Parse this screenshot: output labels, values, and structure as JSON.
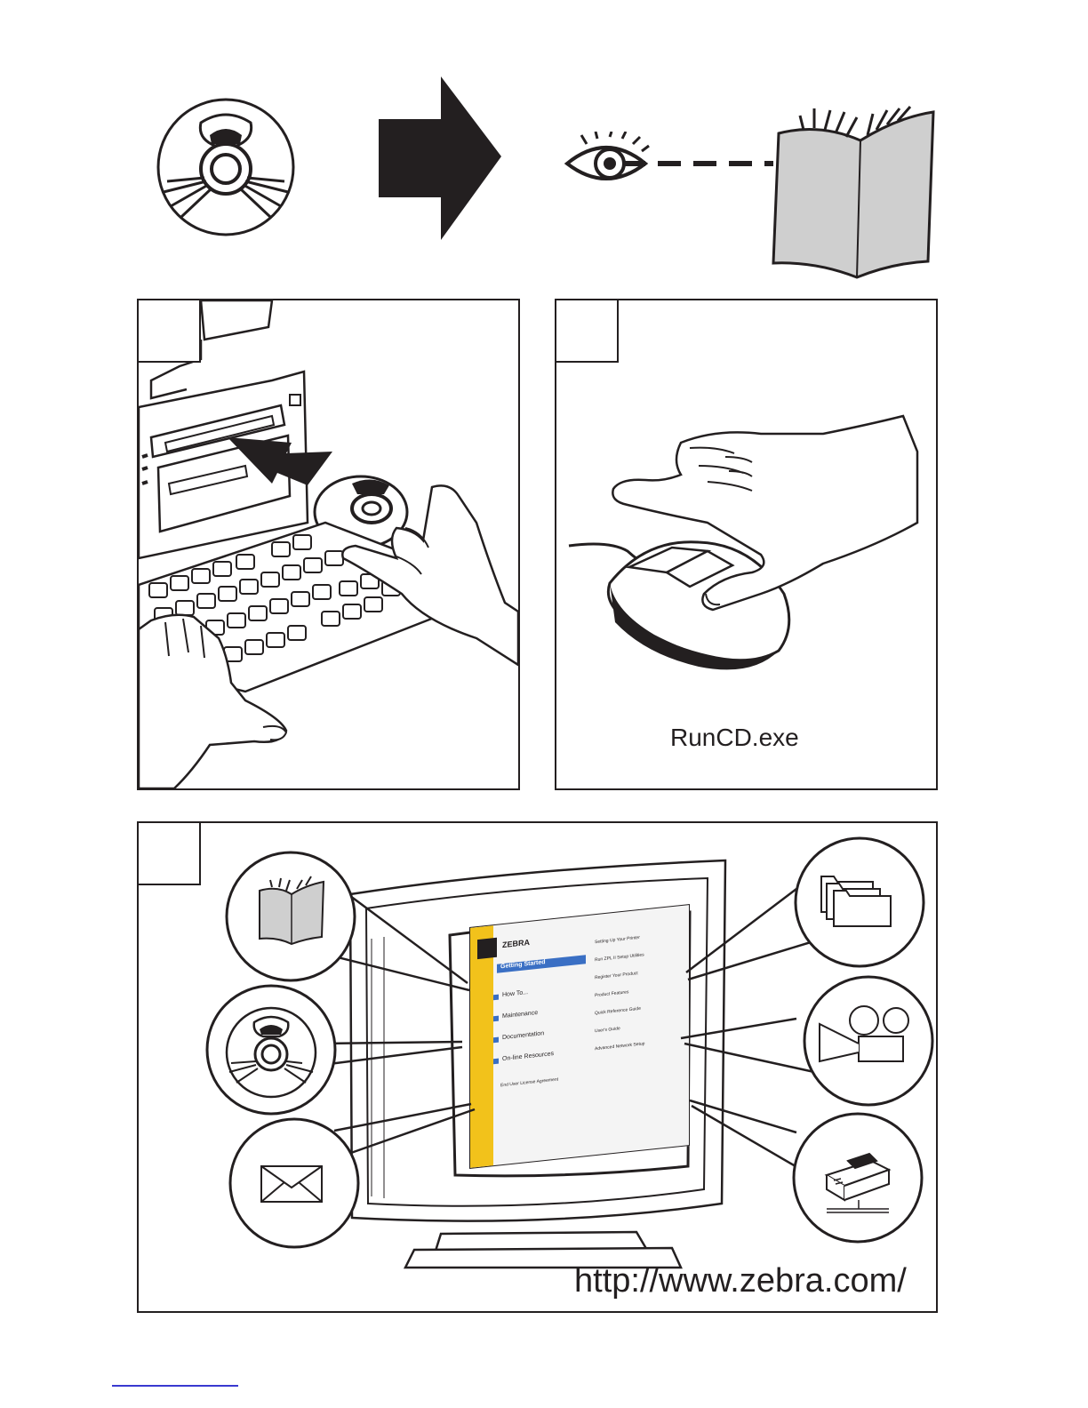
{
  "panel_2": {
    "filename": "RunCD.exe"
  },
  "panel_3": {
    "url": "http://www.zebra.com/",
    "screen": {
      "brand": "ZEBRA",
      "menu_left": [
        {
          "title": "Getting Started"
        },
        {
          "title": "How To..."
        },
        {
          "title": "Maintenance"
        },
        {
          "title": "Documentation"
        },
        {
          "title": "On-line Resources"
        }
      ],
      "menu_right": [
        {
          "title": "Setting Up Your Printer"
        },
        {
          "title": "Run ZPL II Setup Utilities"
        },
        {
          "title": "Register Your Product"
        },
        {
          "title": "Product Features"
        },
        {
          "title": "Quick Reference Guide"
        },
        {
          "title": "User's Guide"
        },
        {
          "title": "Advanced Network Setup"
        }
      ],
      "footer_link": "End User License Agreement"
    }
  },
  "colors": {
    "outline": "#231f20",
    "book_gray": "#cfcfcf",
    "screen_sidebar_yellow": "#f2c21b",
    "screen_highlight_blue": "#3a6fc4",
    "footer_rule_blue": "#3a3ad0"
  }
}
